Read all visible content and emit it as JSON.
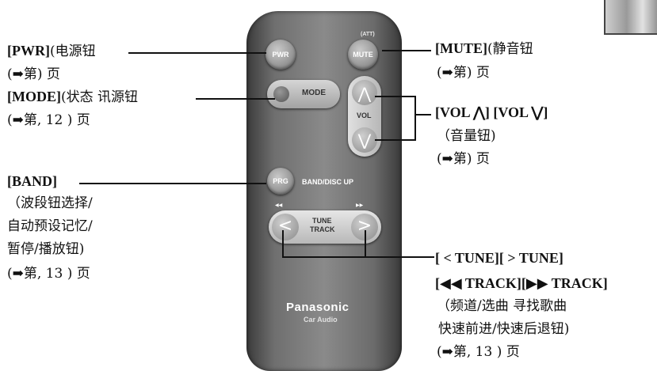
{
  "remote": {
    "att": "(ATT)",
    "pwr": "PWR",
    "mute": "MUTE",
    "mode": "MODE",
    "vol": "VOL",
    "prg": "PRG",
    "band_disc": "BAND/DISC UP",
    "rew": "◀◀",
    "ff": "▶▶",
    "tune": "TUNE",
    "track": "TRACK",
    "brand": "Panasonic",
    "sub": "Car Audio"
  },
  "labels": {
    "pwr": {
      "tag": "[PWR]",
      "text": "(电源钮",
      "ref": "(➡第) 页"
    },
    "mode": {
      "tag": "[MODE]",
      "text": "(状态 讯源钮",
      "ref": "(➡第, 12 ) 页"
    },
    "band": {
      "tag": "[BAND]",
      "line1": "（波段钮选择/",
      "line2": "自动预设记忆/",
      "line3": "暂停/播放钮)",
      "ref": "(➡第, 13 ) 页"
    },
    "mute": {
      "tag": "[MUTE]",
      "text": "(静音钮",
      "ref": "(➡第) 页"
    },
    "vol": {
      "tag": "[VOL ⋀] [VOL ⋁]",
      "text": "（音量钮)",
      "ref": "(➡第) 页"
    },
    "tune": {
      "tag1": "[ < TUNE][ > TUNE]",
      "tag2": "[◀◀ TRACK][▶▶ TRACK]",
      "text1": "（频道/选曲 寻找歌曲",
      "text2": "快速前进/快速后退钮)",
      "ref": "(➡第, 13 ) 页"
    }
  }
}
